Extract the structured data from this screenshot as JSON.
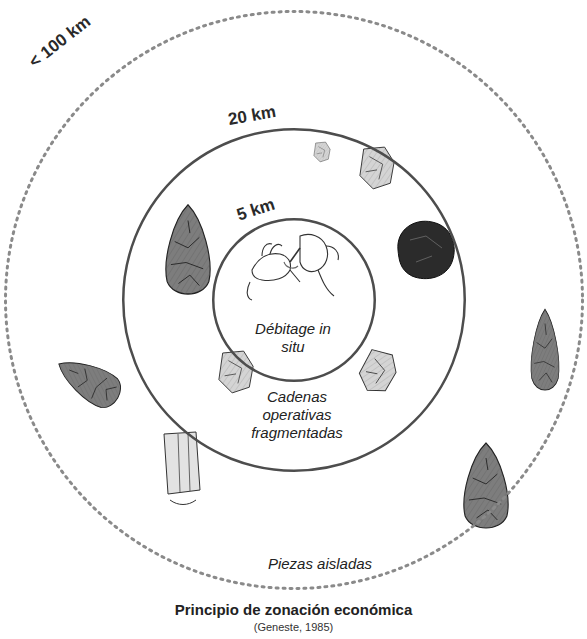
{
  "diagram": {
    "title": "Principio de zonación económica",
    "caption": "(Geneste, 1985)",
    "nodes": [
      {
        "text": [
          "< 100 km",
          "Piezas aisladas"
        ]
      },
      {
        "text": [
          "20 km",
          "Cadenas operativas fragmentadas"
        ],
        "in": 0
      },
      {
        "text": [
          "5 km",
          "Débitage in situ"
        ],
        "in": 1
      }
    ]
  }
}
